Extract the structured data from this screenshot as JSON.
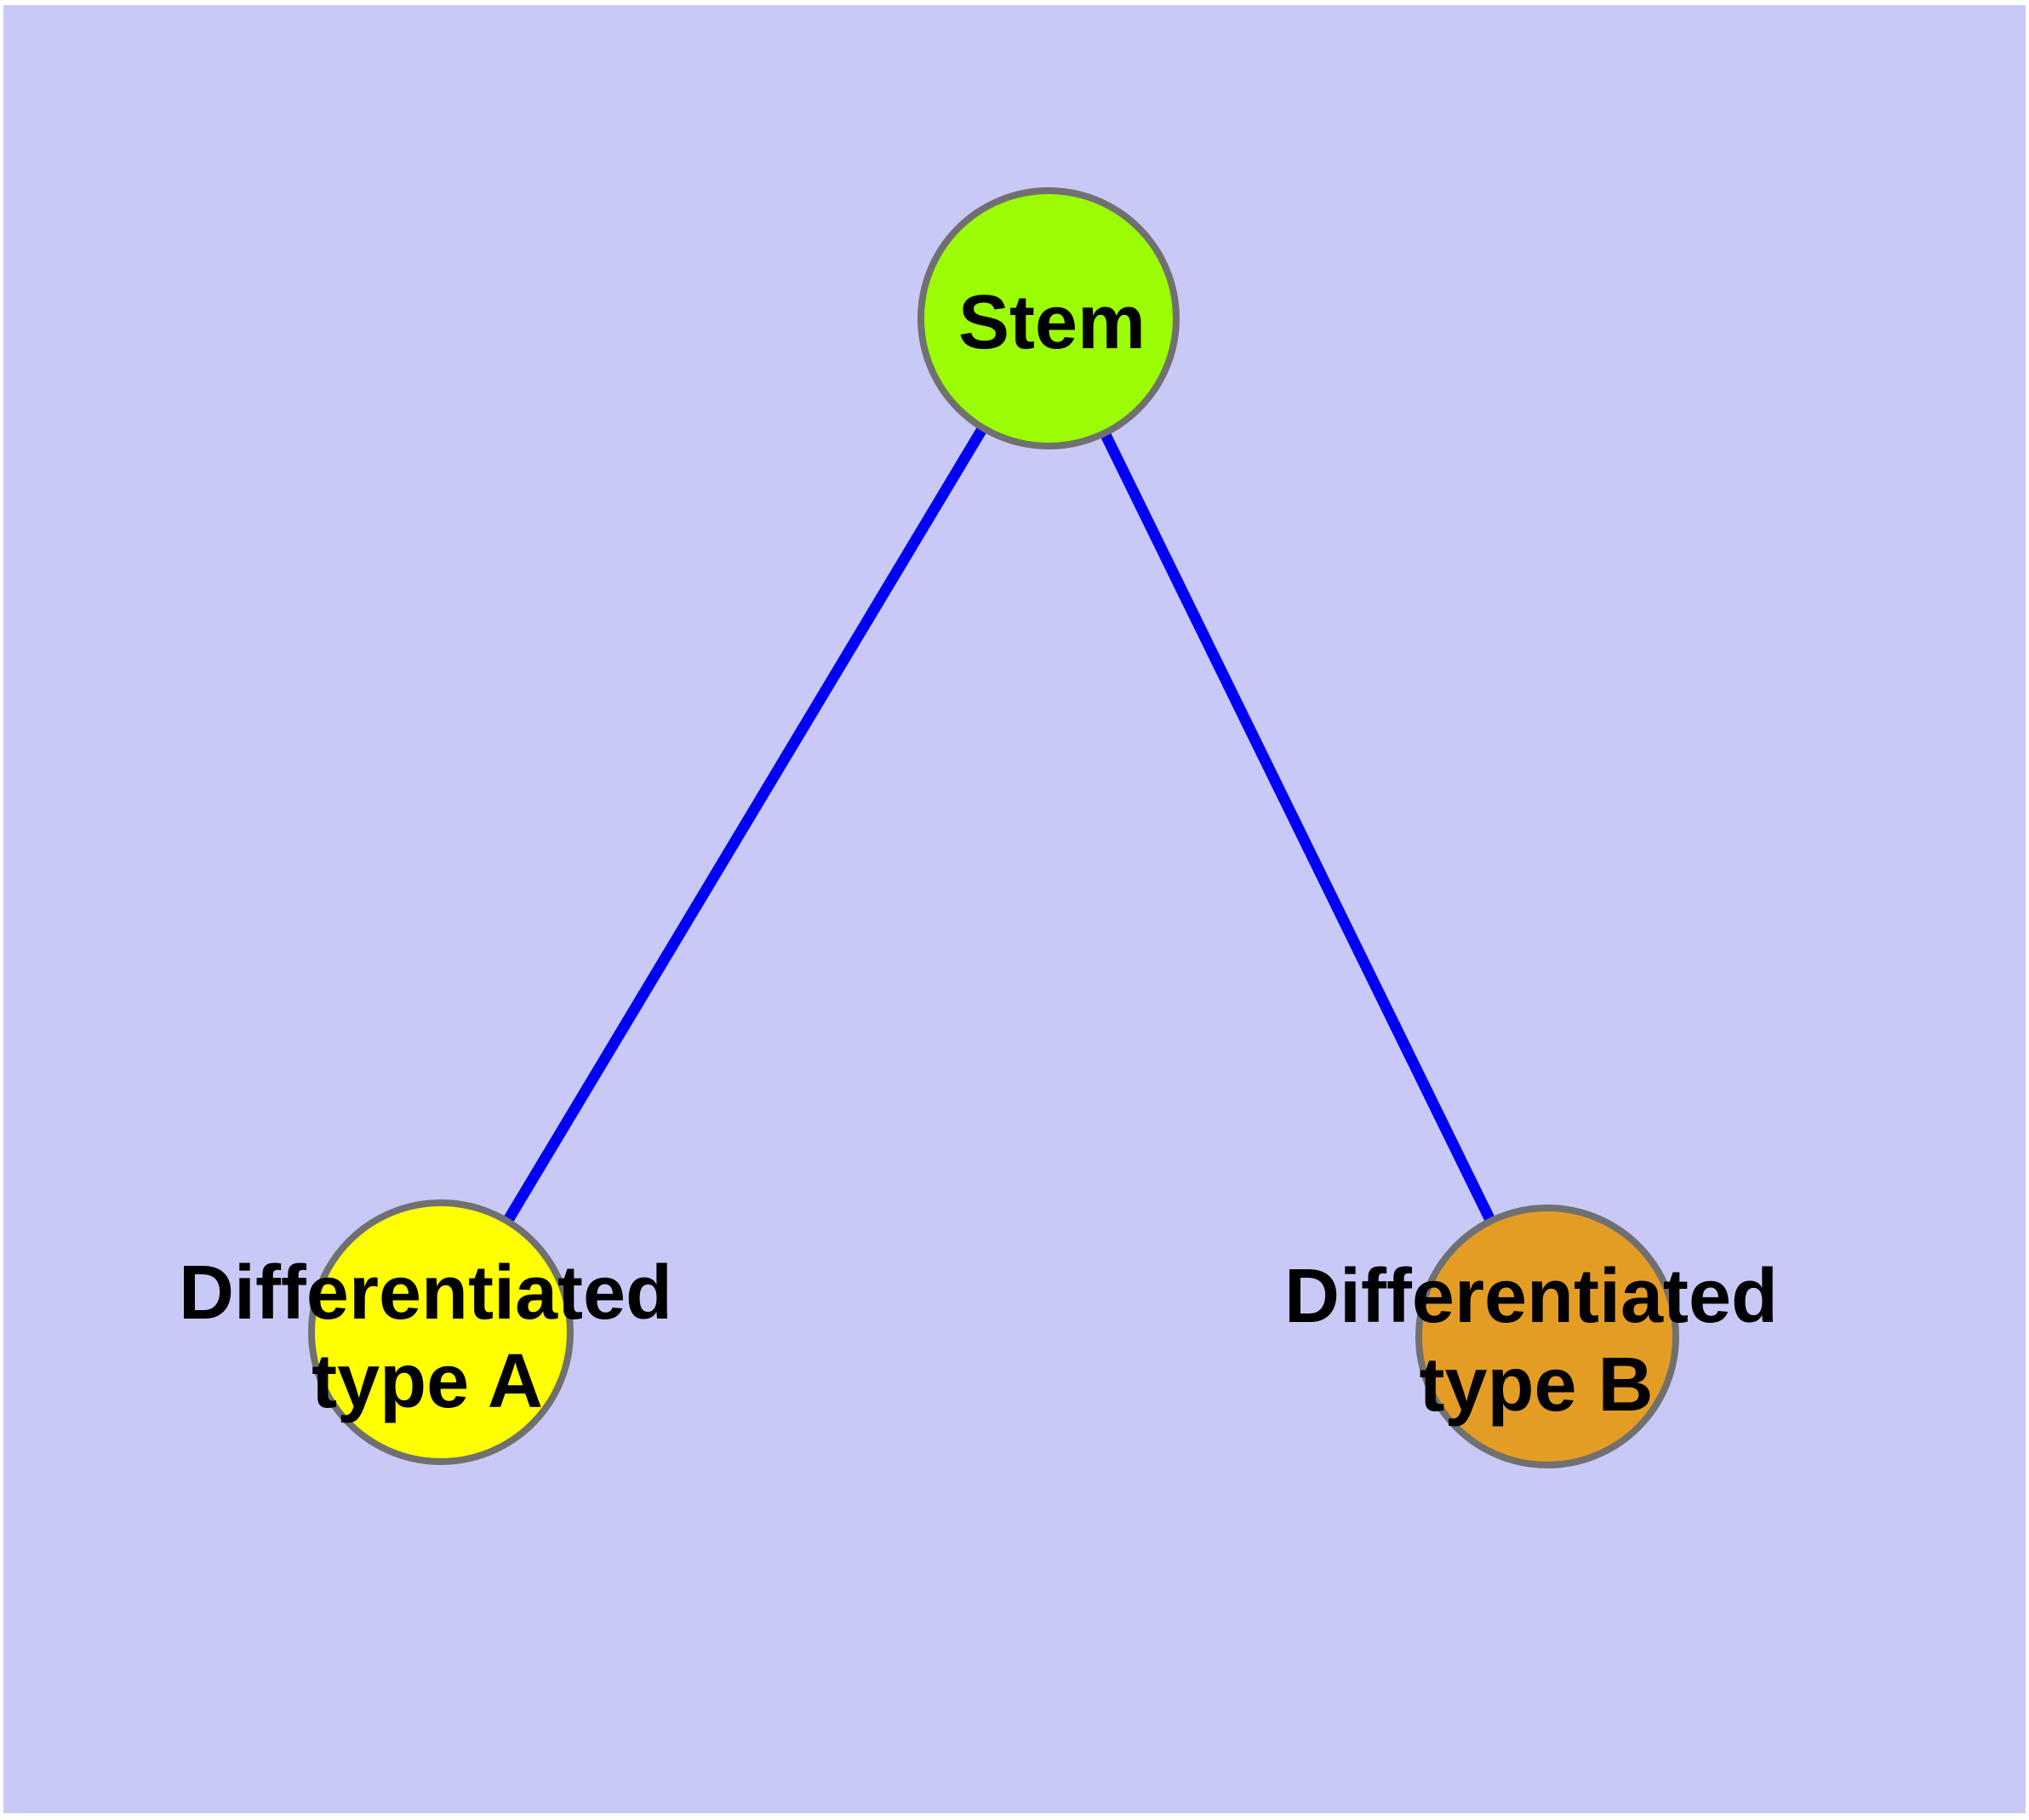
{
  "diagram": {
    "type": "node-link-graph",
    "nodes": {
      "stem": {
        "label": "Stem",
        "fill": "#9BFC03"
      },
      "type_a": {
        "label": "Differentiated type A",
        "label_line1": "Differentiated",
        "label_line2": "type A",
        "fill": "#FFFF00"
      },
      "type_b": {
        "label": "Differentiated type B",
        "label_line1": "Differentiated",
        "label_line2": "type B",
        "fill": "#E49D24"
      }
    },
    "edges": [
      {
        "from": "stem",
        "to": "type_a"
      },
      {
        "from": "stem",
        "to": "type_b"
      }
    ]
  },
  "colors": {
    "background": "#C9C9F8",
    "page_border": "#FFFFFF",
    "edge": "#0000F8",
    "node_border": "#707070",
    "label": "#000000"
  }
}
